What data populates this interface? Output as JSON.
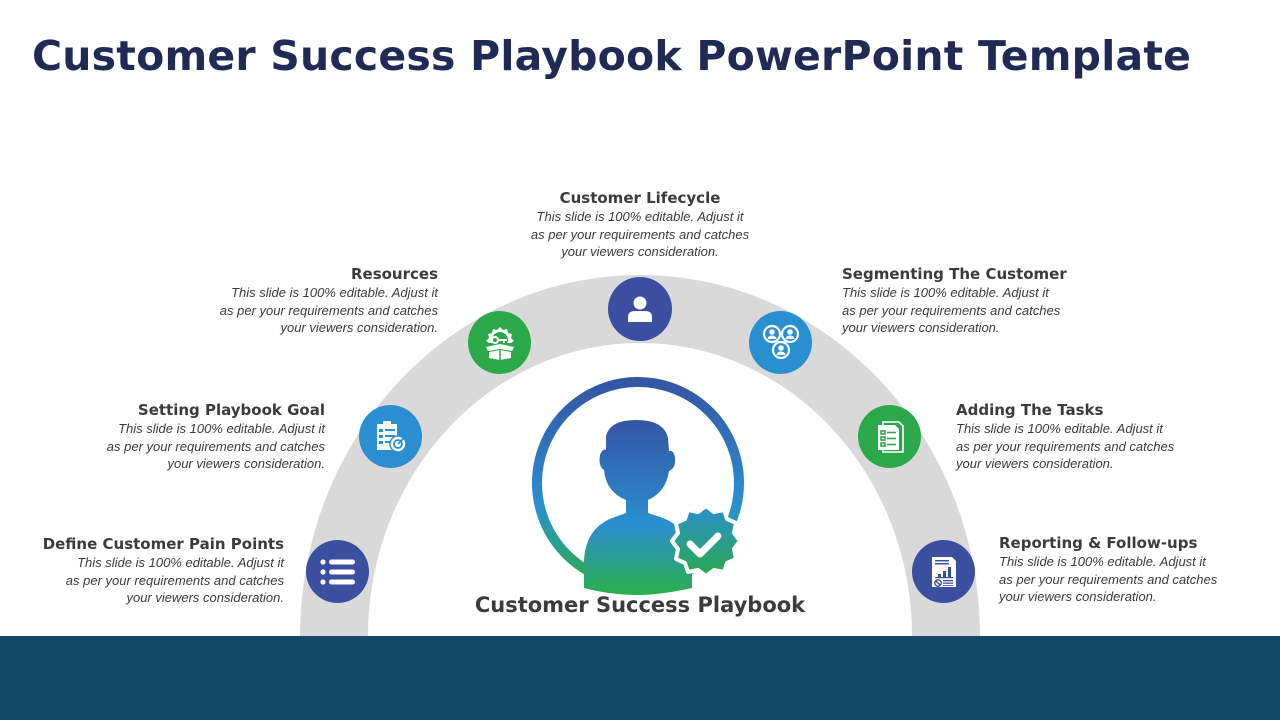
{
  "slide": {
    "title": "Customer Success Playbook PowerPoint Template",
    "center_label": "Customer Success Playbook",
    "colors": {
      "title": "#1f2a55",
      "footer": "#134767",
      "arc": "#d9d9d9",
      "navy": "#3a4fa0",
      "blue": "#2a8fd0",
      "green": "#2aa84a",
      "gradient_top": "#3555a5",
      "gradient_mid": "#2a8fd0",
      "gradient_bottom": "#2aae4a"
    }
  },
  "items": [
    {
      "title": "Define Customer Pain Points",
      "desc1": "This slide is 100%  editable. Adjust it",
      "desc2": "as per your requirements and catches",
      "desc3": "your viewers consideration.",
      "icon": "list-icon",
      "color": "navy"
    },
    {
      "title": "Setting Playbook Goal",
      "desc1": "This slide is 100%  editable. Adjust it",
      "desc2": "as per your requirements and catches",
      "desc3": "your viewers consideration.",
      "icon": "checklist-target-icon",
      "color": "blue"
    },
    {
      "title": "Resources",
      "desc1": "This slide is 100%  editable. Adjust it",
      "desc2": "as per your requirements and catches",
      "desc3": "your viewers consideration.",
      "icon": "gear-key-box-icon",
      "color": "green"
    },
    {
      "title": "Customer Lifecycle",
      "desc1": "This slide is 100%  editable. Adjust it",
      "desc2": "as per your requirements and catches",
      "desc3": "your viewers consideration.",
      "icon": "user-icon",
      "color": "navy"
    },
    {
      "title": "Segmenting The Customer",
      "desc1": "This slide is 100%  editable. Adjust it",
      "desc2": "as per your requirements and catches",
      "desc3": "your viewers consideration.",
      "icon": "user-group-icon",
      "color": "blue"
    },
    {
      "title": "Adding The Tasks",
      "desc1": "This slide is 100%  editable. Adjust it",
      "desc2": "as per your requirements and catches",
      "desc3": "your viewers consideration.",
      "icon": "task-documents-icon",
      "color": "green"
    },
    {
      "title": "Reporting & Follow-ups",
      "desc1": "This slide is 100%  editable. Adjust it",
      "desc2": "as per your requirements and catches",
      "desc3": "your viewers consideration.",
      "icon": "report-chart-icon",
      "color": "navy"
    }
  ]
}
